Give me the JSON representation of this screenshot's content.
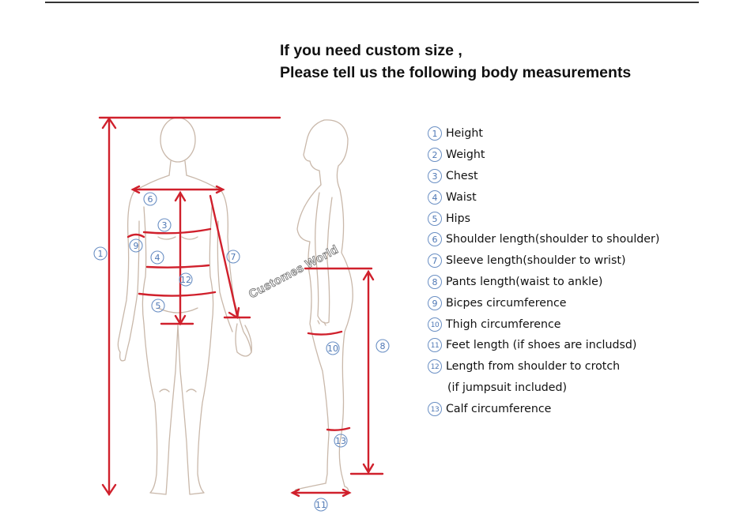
{
  "heading": {
    "line1": "If you need custom size ,",
    "line2": "Please tell us the following body measurements"
  },
  "legend": [
    {
      "num": "1",
      "label": "Height"
    },
    {
      "num": "2",
      "label": "Weight"
    },
    {
      "num": "3",
      "label": "Chest"
    },
    {
      "num": "4",
      "label": "Waist"
    },
    {
      "num": "5",
      "label": "Hips"
    },
    {
      "num": "6",
      "label": "Shoulder length(shoulder to shoulder)"
    },
    {
      "num": "7",
      "label": "Sleeve length(shoulder to wrist)"
    },
    {
      "num": "8",
      "label": "Pants length(waist to ankle)"
    },
    {
      "num": "9",
      "label": "Bicpes circumference"
    },
    {
      "num": "10",
      "label": "Thigh circumference"
    },
    {
      "num": "11",
      "label": "Feet length (if shoes are includsd)"
    },
    {
      "num": "12",
      "label": "Length from shoulder to crotch",
      "continuation": "(if jumpsuit included)"
    },
    {
      "num": "13",
      "label": "Calf circumference"
    }
  ],
  "diagram_markers": {
    "front": [
      "1",
      "6",
      "3",
      "9",
      "4",
      "7",
      "12",
      "5"
    ],
    "side": [
      "10",
      "8",
      "13",
      "11"
    ]
  },
  "watermark": "Customes World",
  "colors": {
    "measure_line": "#d0202c",
    "outline": "#c9b8aa",
    "marker": "#4f78b5",
    "text": "#111111"
  }
}
